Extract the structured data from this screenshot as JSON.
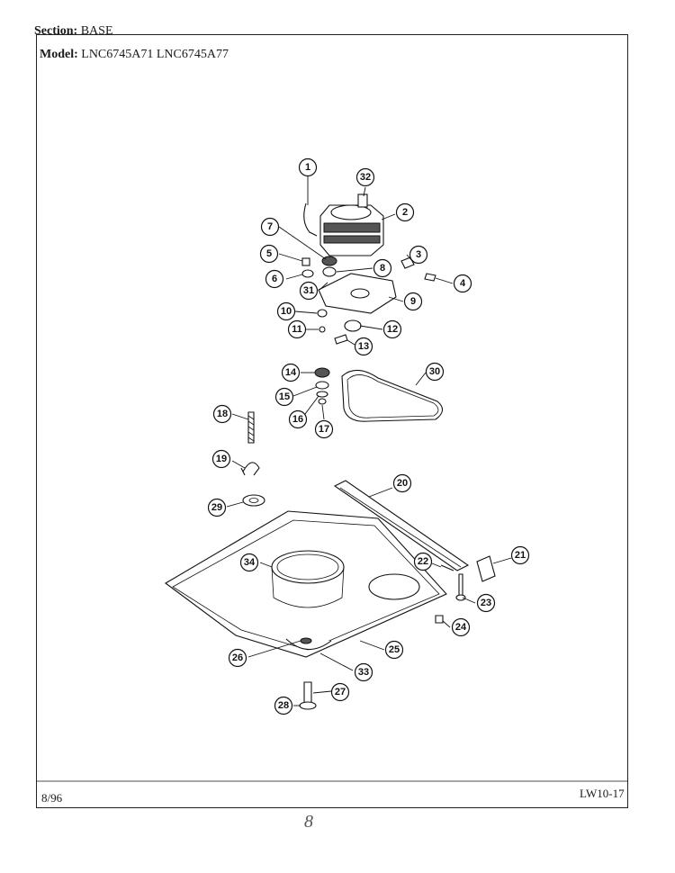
{
  "header": {
    "section_label": "Section:",
    "section_value": "BASE",
    "model_label": "Model:",
    "model_value": "LNC6745A71  LNC6745A77"
  },
  "footer": {
    "date": "8/96",
    "page_id": "LW10-17",
    "handwritten_mark": "8"
  },
  "callouts": [
    {
      "id": "1",
      "label": "1"
    },
    {
      "id": "2",
      "label": "2"
    },
    {
      "id": "3",
      "label": "3"
    },
    {
      "id": "4",
      "label": "4"
    },
    {
      "id": "5",
      "label": "5"
    },
    {
      "id": "6",
      "label": "6"
    },
    {
      "id": "7",
      "label": "7"
    },
    {
      "id": "8",
      "label": "8"
    },
    {
      "id": "9",
      "label": "9"
    },
    {
      "id": "10",
      "label": "10"
    },
    {
      "id": "11",
      "label": "11"
    },
    {
      "id": "12",
      "label": "12"
    },
    {
      "id": "13",
      "label": "13"
    },
    {
      "id": "14",
      "label": "14"
    },
    {
      "id": "15",
      "label": "15"
    },
    {
      "id": "16",
      "label": "16"
    },
    {
      "id": "17",
      "label": "17"
    },
    {
      "id": "18",
      "label": "18"
    },
    {
      "id": "19",
      "label": "19"
    },
    {
      "id": "20",
      "label": "20"
    },
    {
      "id": "21",
      "label": "21"
    },
    {
      "id": "22",
      "label": "22"
    },
    {
      "id": "23",
      "label": "23"
    },
    {
      "id": "24",
      "label": "24"
    },
    {
      "id": "25",
      "label": "25"
    },
    {
      "id": "26",
      "label": "26"
    },
    {
      "id": "27",
      "label": "27"
    },
    {
      "id": "28",
      "label": "28"
    },
    {
      "id": "29",
      "label": "29"
    },
    {
      "id": "30",
      "label": "30"
    },
    {
      "id": "31",
      "label": "31"
    },
    {
      "id": "32",
      "label": "32"
    },
    {
      "id": "33",
      "label": "33"
    },
    {
      "id": "34",
      "label": "34"
    }
  ]
}
